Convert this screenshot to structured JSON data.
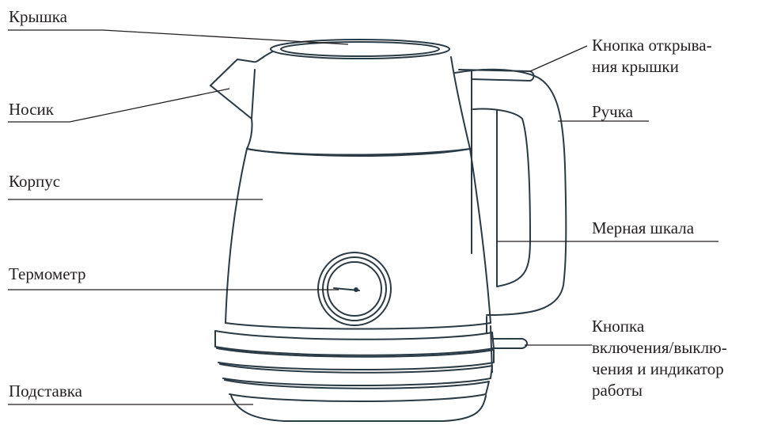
{
  "diagram": {
    "labels": {
      "lid": "Крышка",
      "spout": "Носик",
      "body": "Корпус",
      "thermometer": "Термометр",
      "base": "Подставка",
      "lid_button_line1": "Кнопка открыва-",
      "lid_button_line2": "ния крышки",
      "handle": "Ручка",
      "scale": "Мерная шкала",
      "power_line1": "Кнопка",
      "power_line2": "включения/выклю-",
      "power_line3": "чения и индикатор",
      "power_line4": "работы"
    },
    "colors": {
      "outline": "#2a3a45",
      "leader": "#231f20",
      "text": "#231f20"
    }
  }
}
